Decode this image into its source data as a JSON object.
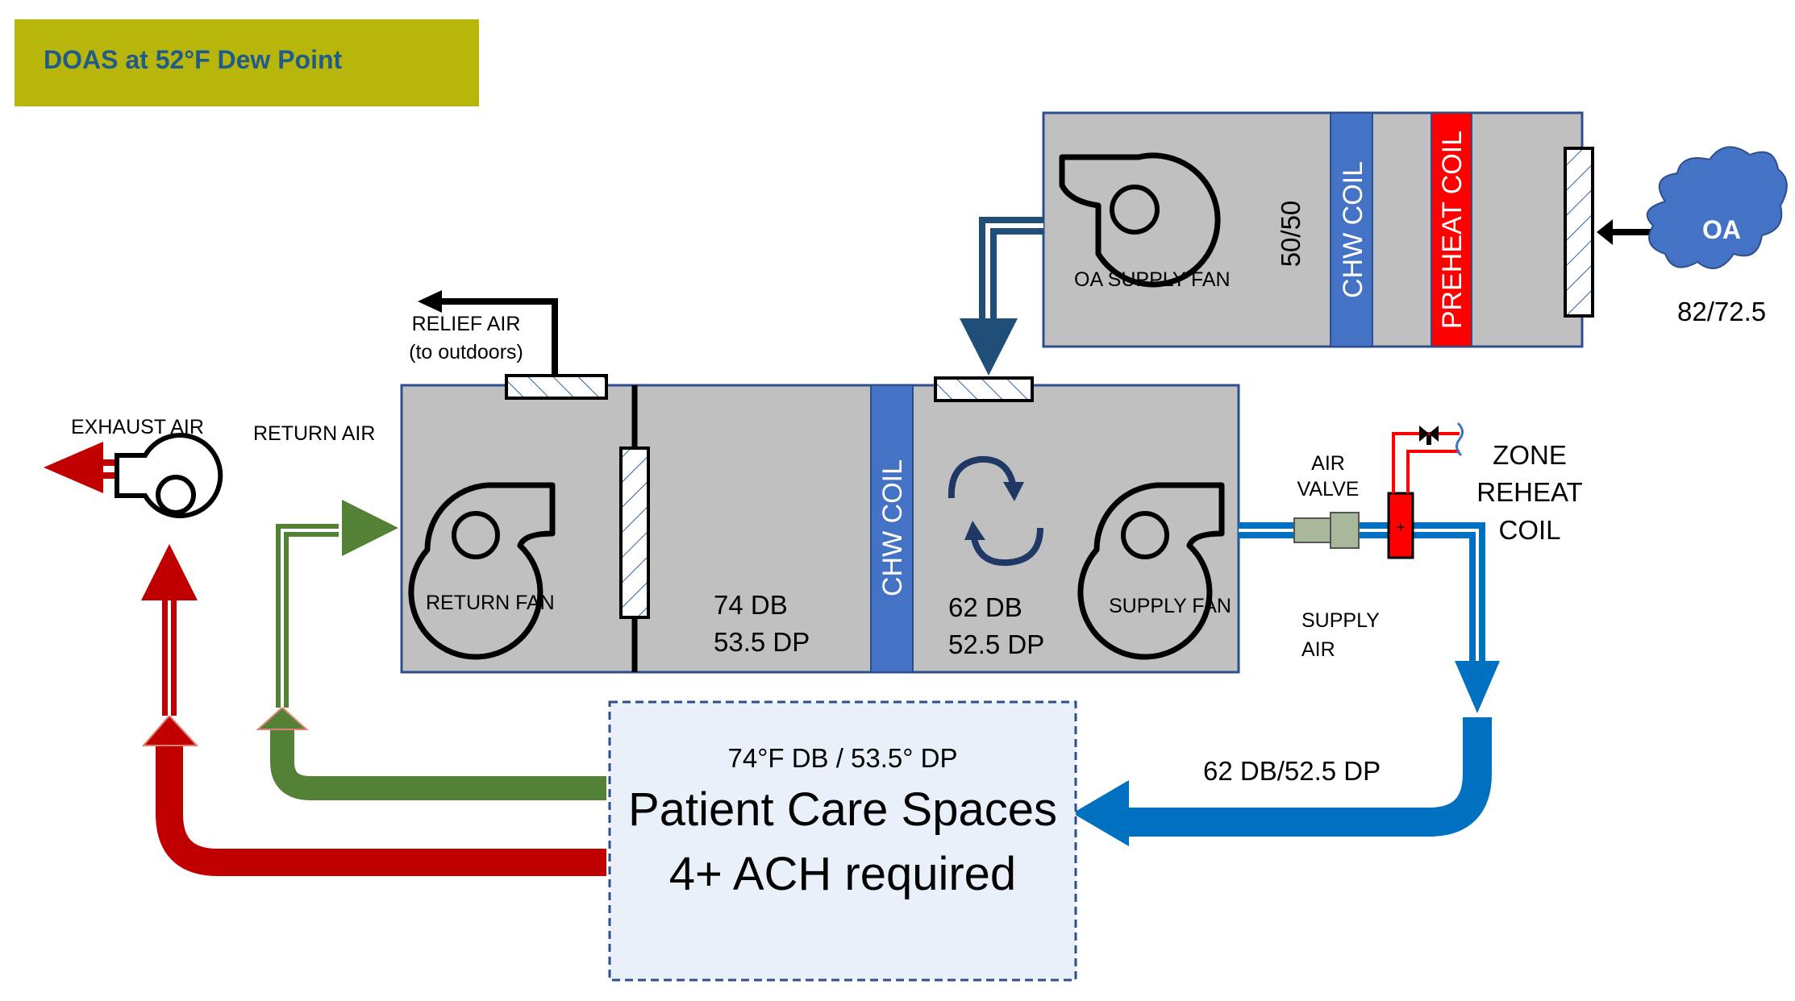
{
  "title": "DOAS at 52°F Dew Point",
  "colors": {
    "title_bg": "#b8b60a",
    "title_text": "#1f5c8c",
    "unit_fill": "#c0c0c0",
    "unit_border": "#2e4f8e",
    "chw_coil": "#4472c4",
    "preheat_coil": "#ff0000",
    "return_air": "#538135",
    "exhaust_air": "#c00000",
    "supply_air": "#0070c0",
    "oa_cloud": "#4472c4",
    "space_bg": "#e9f0fa"
  },
  "doas": {
    "fan_label": "OA SUPPLY FAN",
    "mix_label": "50/50",
    "chw_coil_label": "CHW COIL",
    "preheat_coil_label": "PREHEAT COIL",
    "oa_label": "OA",
    "oa_condition": "82/72.5"
  },
  "ahu": {
    "relief_label_1": "RELIEF AIR",
    "relief_label_2": "(to outdoors)",
    "return_fan_label": "RETURN FAN",
    "mixed_db": "74 DB",
    "mixed_dp": "53.5 DP",
    "chw_coil_label": "CHW COIL",
    "leaving_db": "62 DB",
    "leaving_dp": "52.5 DP",
    "supply_fan_label": "SUPPLY FAN"
  },
  "exhaust": {
    "label": "EXHAUST AIR"
  },
  "return_air_label": "RETURN AIR",
  "air_valve_label_1": "AIR",
  "air_valve_label_2": "VALVE",
  "zone_reheat_1": "ZONE",
  "zone_reheat_2": "REHEAT",
  "zone_reheat_3": "COIL",
  "supply_air_label_1": "SUPPLY",
  "supply_air_label_2": "AIR",
  "supply_condition": "62 DB/52.5 DP",
  "space": {
    "condition": "74°F DB /  53.5° DP",
    "name": "Patient Care Spaces",
    "requirement": "4+ ACH required"
  }
}
